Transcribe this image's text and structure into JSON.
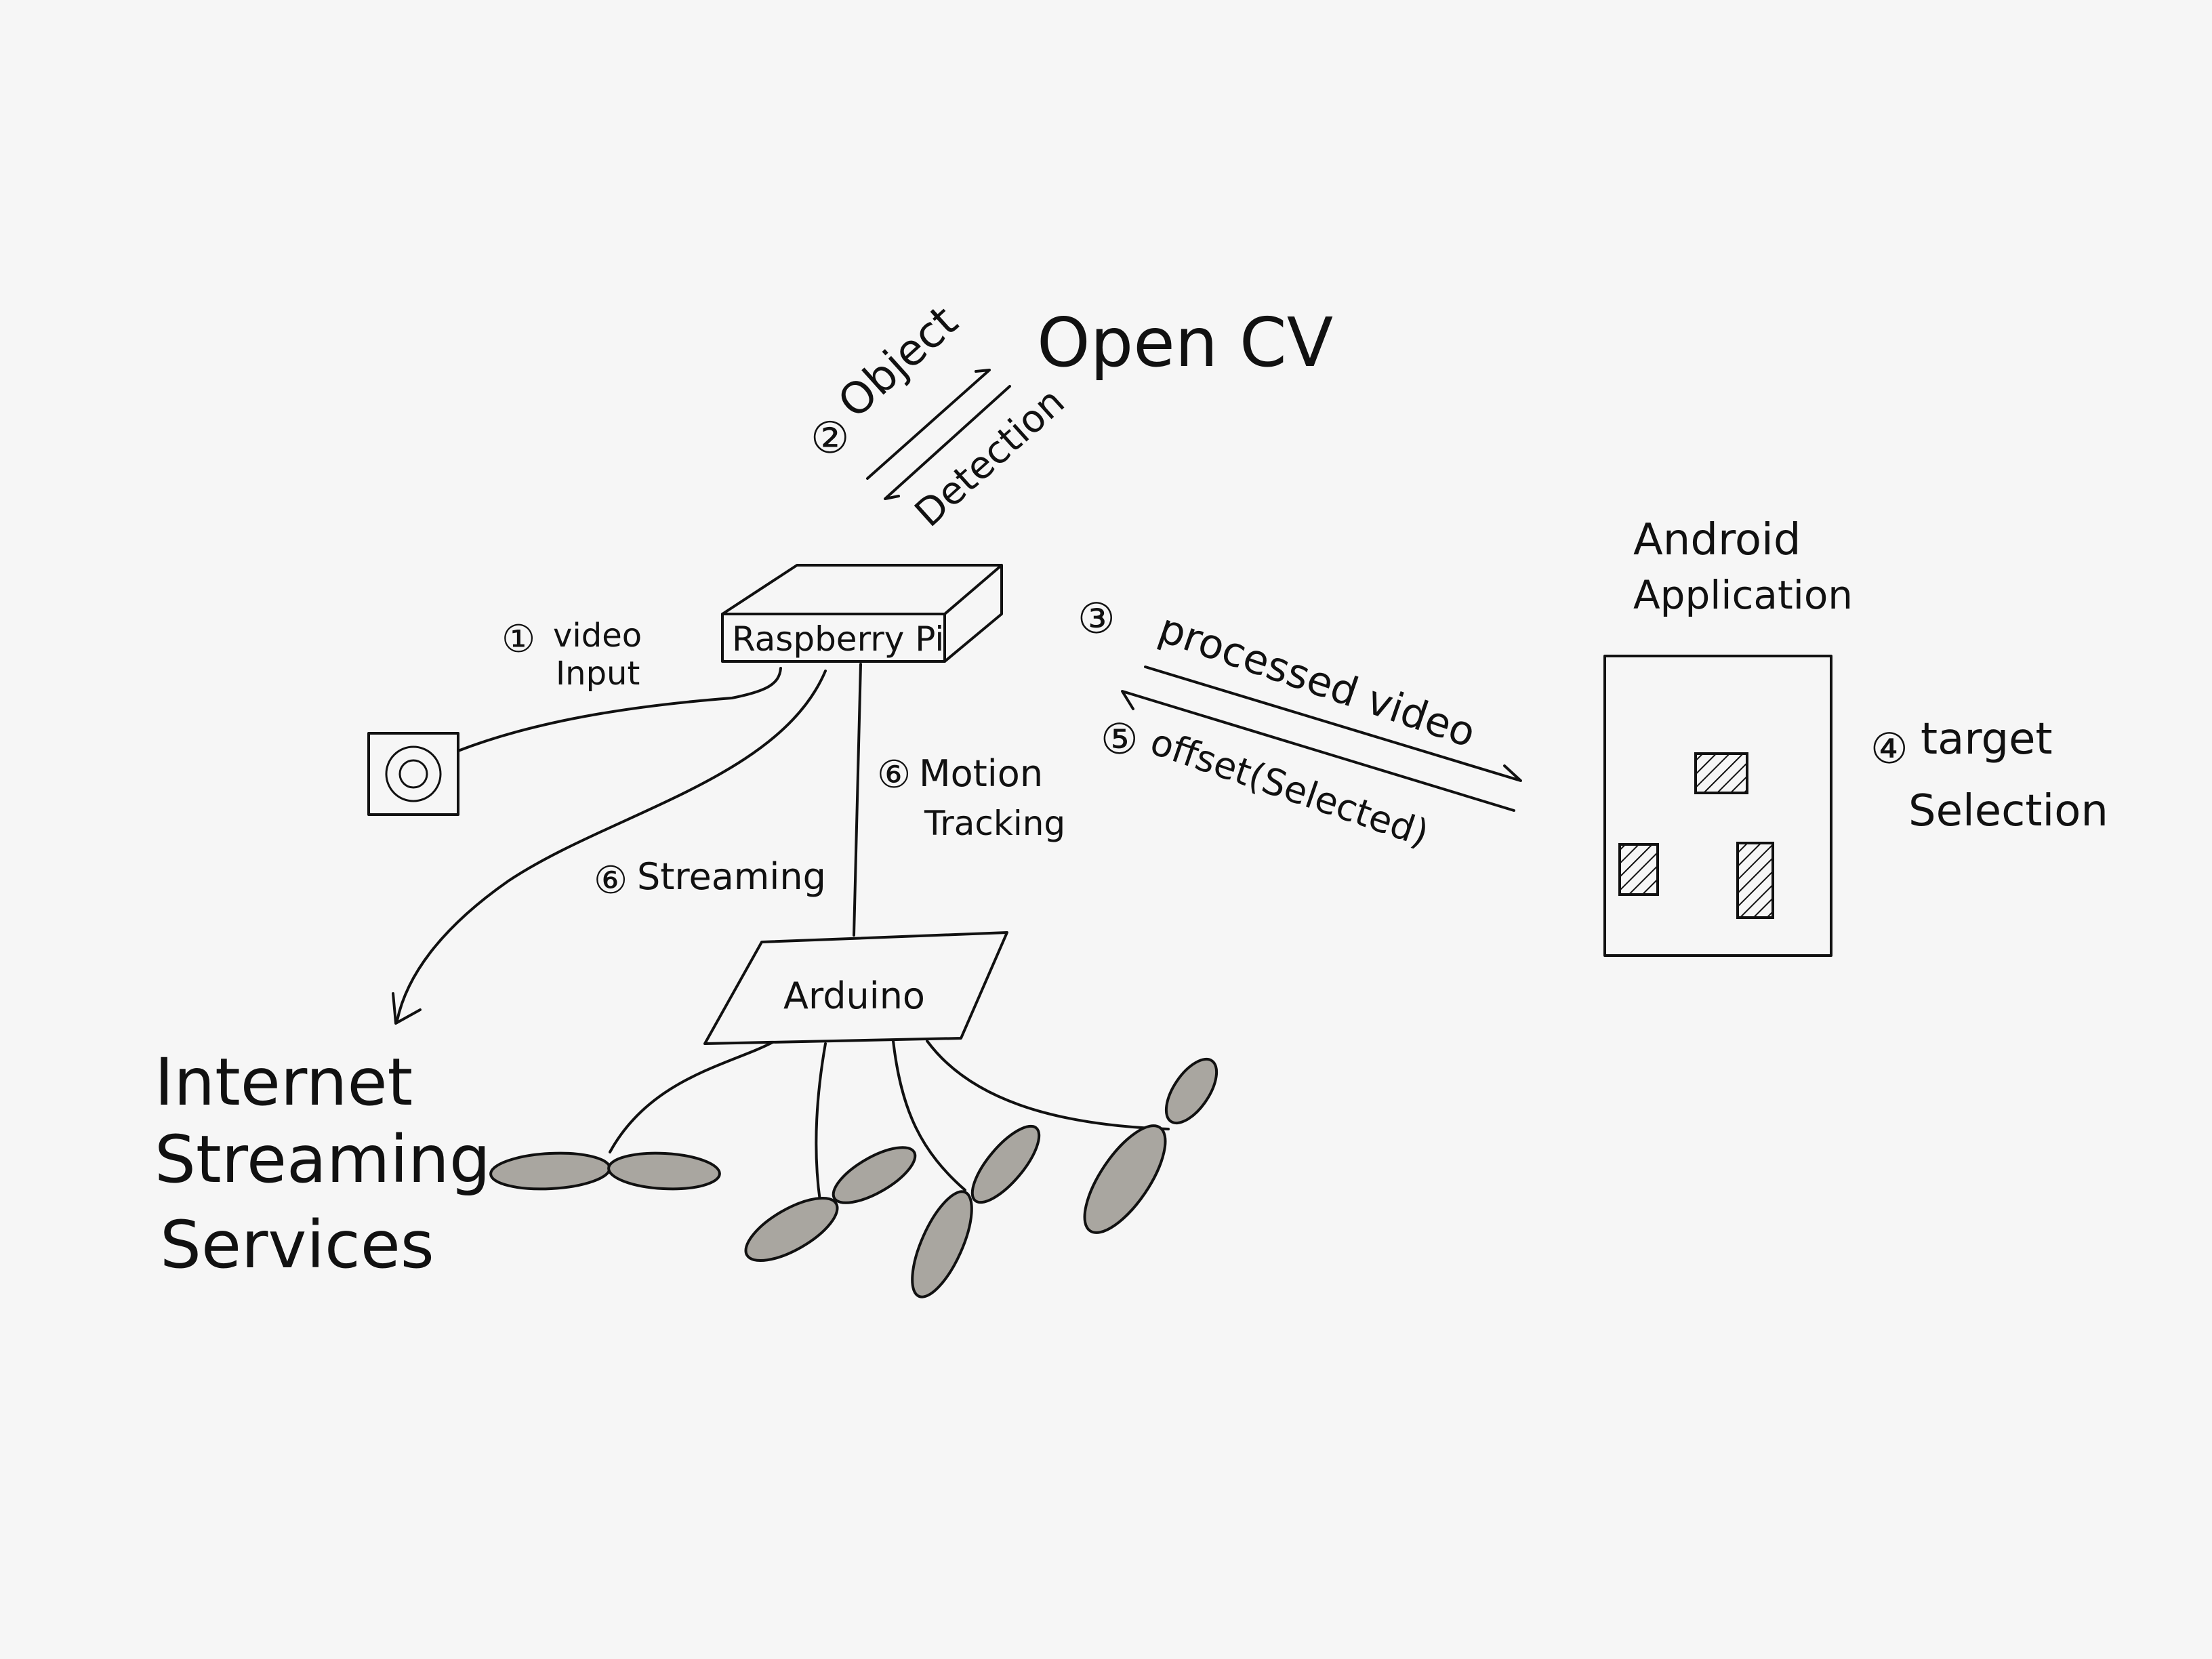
{
  "title": "Open CV",
  "labels": {
    "object_step": "②",
    "object": "Object",
    "detection": "Detection",
    "raspberry_pi": "Raspberry Pi",
    "video_step": "①",
    "video": "video",
    "input": "Input",
    "processed_step": "③",
    "processed_video": "processed video",
    "offset_step": "⑤",
    "offset": "offset(Selected)",
    "motion_step": "⑥",
    "motion": "Motion",
    "tracking": "Tracking",
    "streaming_step": "⑥",
    "streaming": "Streaming",
    "arduino": "Arduino",
    "internet": "Internet",
    "streaming2": "Streaming",
    "services": "Services",
    "android": "Android",
    "application": "Application",
    "target_step": "④",
    "target": "target",
    "selection": "Selection"
  },
  "colors": {
    "background": "#f6f6f6",
    "ink": "#111111",
    "propeller": "#a9a6a0"
  },
  "icons": [
    "camera-icon",
    "propeller-icon",
    "hatched-target-icon"
  ]
}
